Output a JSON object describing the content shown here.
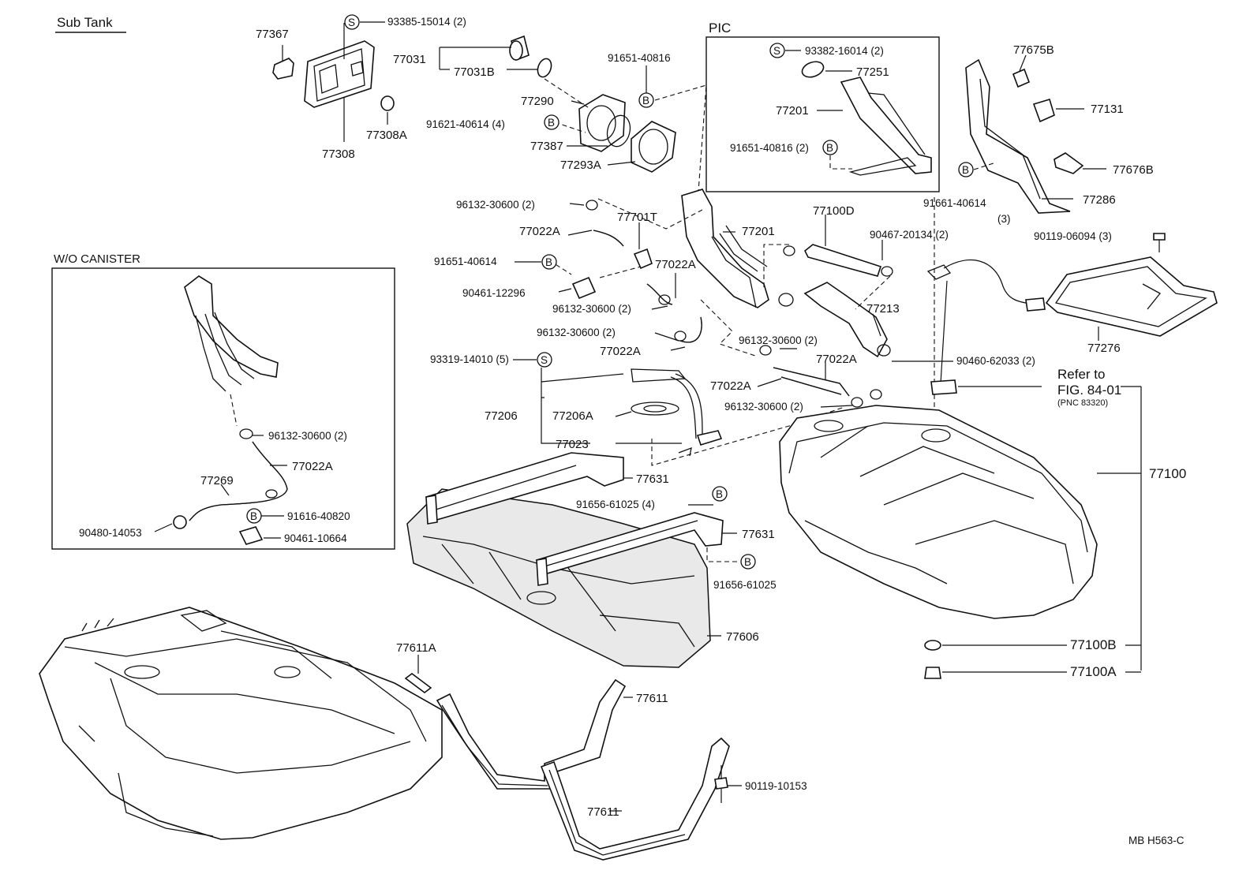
{
  "headers": {
    "sub_tank": "Sub Tank",
    "pic": "PIC",
    "wo_canister": "W/O CANISTER"
  },
  "refer": {
    "line1": "Refer to",
    "line2": "FIG. 84-01",
    "line3": "(PNC 83320)"
  },
  "footer_code": "MB  H563-C",
  "markers": {
    "s": "S",
    "b": "B"
  },
  "labels": {
    "p77367": "77367",
    "p93385": "93385-15014 (2)",
    "p77308": "77308",
    "p77308A": "77308A",
    "p77031": "77031",
    "p77031B": "77031B",
    "p77290": "77290",
    "p91621": "91621-40614 (4)",
    "p77387": "77387",
    "p77293A": "77293A",
    "p91651a": "91651-40816",
    "p93382": "93382-16014 (2)",
    "p77251": "77251",
    "p77201a": "77201",
    "p91651b": "91651-40816 (2)",
    "p77675B": "77675B",
    "p77131": "77131",
    "p77676B": "77676B",
    "p91661": "91661-40614",
    "p91661n": "(3)",
    "p77286": "77286",
    "p90119a": "90119-06094 (3)",
    "p77276": "77276",
    "p96132a": "96132-30600 (2)",
    "p77701T": "77701T",
    "p77022Aa": "77022A",
    "p77201b": "77201",
    "p77100D": "77100D",
    "p90467": "90467-20134 (2)",
    "p91651c": "91651-40614",
    "p77022Ab": "77022A",
    "p90461a": "90461-12296",
    "p96132b": "96132-30600 (2)",
    "p77213": "77213",
    "p96132c": "96132-30600 (2)",
    "p96132d": "96132-30600 (2)",
    "p77022Ac": "77022A",
    "p77022Ad": "77022A",
    "p90460": "90460-62033 (2)",
    "p93319": "93319-14010 (5)",
    "p77022Ae": "77022A",
    "p96132e": "96132-30600 (2)",
    "p77206": "77206",
    "p77206A": "77206A",
    "p77023": "77023",
    "p77100": "77100",
    "p96132f": "96132-30600 (2)",
    "p77022Af": "77022A",
    "p77269": "77269",
    "p91616": "91616-40820",
    "p90480": "90480-14053",
    "p90461b": "90461-10664",
    "p77631a": "77631",
    "p91656a": "91656-61025 (4)",
    "p77631b": "77631",
    "p91656b": "91656-61025",
    "p77606": "77606",
    "p77100B": "77100B",
    "p77100A": "77100A",
    "p77611A": "77611A",
    "p77611a": "77611",
    "p90119b": "90119-10153",
    "p77611b": "77611"
  }
}
